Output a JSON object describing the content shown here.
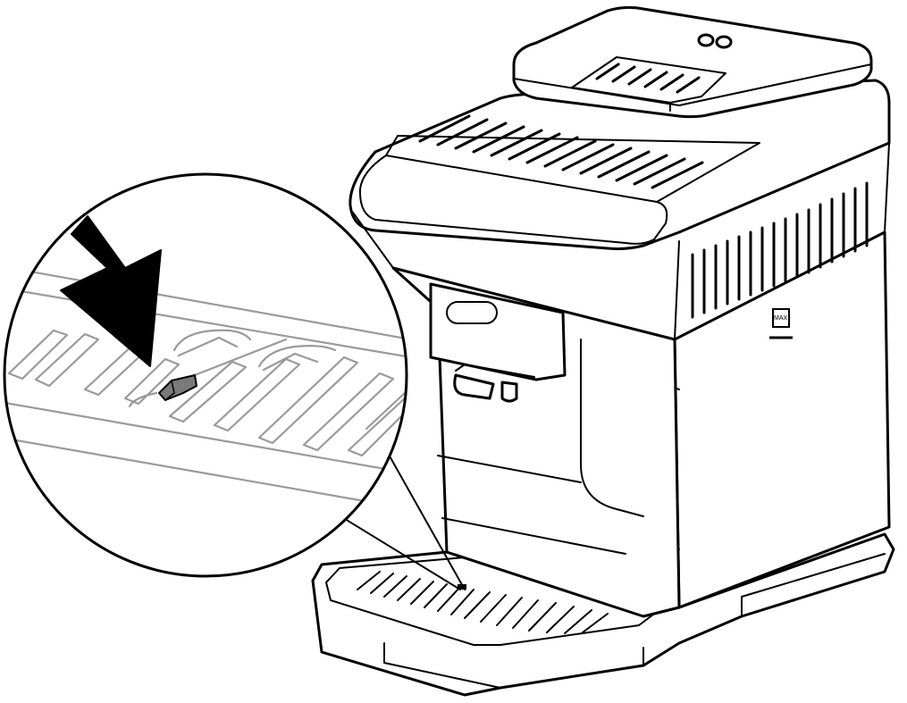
{
  "illustration": {
    "subject": "coffee-machine",
    "callout": "drip-tray-float-indicator",
    "water_tank_label": "MAX"
  },
  "colors": {
    "line": "#000000",
    "detail_gray": "#9a9a9a",
    "float_indicator": "#7a7a7a",
    "background": "#ffffff"
  }
}
